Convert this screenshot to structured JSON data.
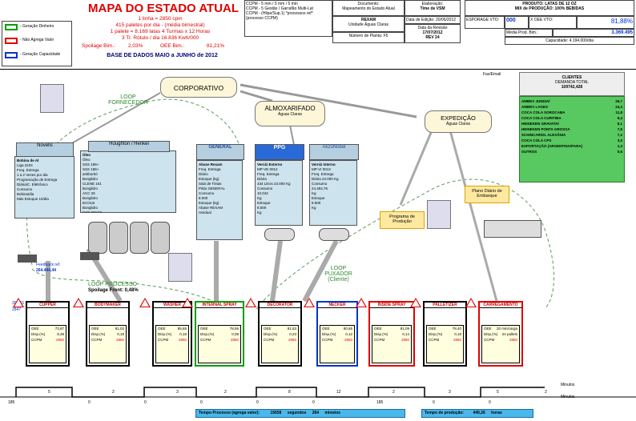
{
  "header": {
    "title": "MAPA DO ESTADO ATUAL",
    "lines": [
      "1 linha = 2850 cpm",
      "415 paletes por dia - (média bimestral)",
      "1 palete = 8.169 latas     4 Turmas x 12 Horas",
      "3 Tr. Rótulo / dia                    16.836 Kwh/000"
    ],
    "spoilage_label": "Spoilage Bim.:",
    "spoilage_value": "2,03%",
    "oee_label": "OEE Bim.:",
    "oee_value": "81,21%",
    "database": "BASE DE DADOS MAIO a JUNHO de 2012",
    "legend": [
      {
        "label": "- Geração Dinheiro",
        "color": "#00a000"
      },
      {
        "label": "- Não Agrega Valor",
        "color": "#e00000"
      },
      {
        "label": "- Geração Capacidade",
        "color": "#0033cc"
      }
    ],
    "notes": [
      "CCPM - 5 mm / 5 mm / 5 min",
      "CCPM - 5 Gestão / Garrafão Multi-Lat",
      "CCPM - (Hilpe/Sup.1) *processos ref*",
      "(processo CCPM)"
    ],
    "doc_label": "Documento:",
    "doc_value": "Mapeamento do Estado Atual",
    "elab_label": "Elaboração:",
    "elab_value": "Time de VSM",
    "date_ed_label": "Data de Edição:",
    "date_ed_value": "20/06/2012",
    "site": "REXAM",
    "unit": "Unidade Águas Claras",
    "rev_label": "Data da Revisão",
    "rev_date": "17/07/2012",
    "rev": "REV 24",
    "plant_label": "Número de Planta: F5",
    "product_label": "PRODUTO: LATAS DE 12 OZ",
    "product_sub": "MIX de PRODUÇÃO: 100% BEBIDAS",
    "expo_label": "ESPORAGE VTO:",
    "expo_value": "000",
    "xoee_label": "X OEE VTO:",
    "xoee_value": "81,88%",
    "media_label": "Média Prod. Bim.:",
    "media_value": "3.369.495",
    "cap_label": "Capacidade: 4.194.000/dia"
  },
  "map": {
    "corporativo": "CORPORATIVO",
    "almox": "ALMOXARIFADO",
    "almox_sub": "Águas Claras",
    "expedicao": "EXPEDIÇÃO",
    "expedicao_sub": "Águas Claras",
    "loop_fornecedor": "LOOP FORNECEDOR",
    "loop_processo": "LOOP PROCESSO",
    "loop_puxador": "LOOP PUXADOR (Cliente)",
    "fax": "Fax/Email",
    "programa": "Programa de Produção",
    "plano": "Plano Diário de Embarque",
    "clientes_title": "CLIENTES",
    "clientes_demand": "DEMANDA TOTAL",
    "clientes_total": "109742,428",
    "clientes": [
      [
        "AMBEV JUNDIAÍ",
        "26,7"
      ],
      [
        "AMBEV LAGES",
        "24,3"
      ],
      [
        "COCA COLA SOROCABA",
        "11,8"
      ],
      [
        "COCA COLA CURITIBA",
        "9,4"
      ],
      [
        "HEINEKEN GRAVATAÍ",
        "8,1"
      ],
      [
        "HEINEKEN PONTA GROSSA",
        "7,6"
      ],
      [
        "SCHINCARIOL ALEXÂNIA",
        "7,2"
      ],
      [
        "COCA COLA CPS",
        "3,0"
      ],
      [
        "EXPORTAÇÃO (ARGENTINA/PARA)",
        "1,3"
      ],
      [
        "OUTROS",
        "0,6"
      ]
    ],
    "vendors": [
      {
        "name": "Novelis",
        "lines": [
          "Bobina de Al",
          "Liga 3104",
          "Freq. Entrega",
          "1 a 2 Vezes por dia",
          "Programação de Entrega",
          "Diária/C. Elétrônico",
          "Consumo",
          "Bobina/dia",
          "Máx Estoque 10/dia"
        ]
      },
      {
        "name": "Houghton / Henkel",
        "lines": [
          "Óleo",
          "Óleo",
          "SSS 186+",
          "SSS 186+",
          "antiborbó",
          "Bonglidro",
          "CLENE 101",
          "Bonglidro",
          "ACC 26",
          "Bonglidro",
          "ECOLB",
          "Bonglidro",
          "CSD RINSE"
        ]
      },
      {
        "name": "GENERAL",
        "lines": [
          "Abase Rexam",
          "Freq. Entrega",
          "Diário",
          "Estoque (kg)",
          "Sala de Tintas",
          "Pátio GENERAL",
          "Consumo",
          "8.000",
          "Estoque (kg)",
          "Abase REXAM",
          "residual"
        ]
      },
      {
        "name": "PPG",
        "lines": [
          "Verniz Externo",
          "MP-VE 0012",
          "Freq. Entrega",
          "Diária",
          "434 Litros 23.000 Kg",
          "Consumo",
          "10.042",
          "Kg",
          "Estoque",
          "8.000",
          "Kg"
        ]
      },
      {
        "name": "AkzoNobel",
        "lines": [
          "Verniz Interno",
          "MP-VI 0013",
          "Freq. Entrega",
          "Diária 23.000 Kg",
          "Consumo",
          "24.484,76",
          "Kg",
          "Estoque",
          "8.500",
          "Kg"
        ]
      }
    ],
    "feedback_label": "Feedback ref.",
    "feedback_value": "264.444,44",
    "spoilage_front": "Spoilage Front: 0,48%",
    "processes": [
      {
        "name": "CUPPER",
        "color": "#000000"
      },
      {
        "name": "BODYMAKER",
        "color": "#000000"
      },
      {
        "name": "WASHER",
        "color": "#000000"
      },
      {
        "name": "INTERNAL SPRAY",
        "color": "#00a000"
      },
      {
        "name": "DECORATOR",
        "color": "#000000"
      },
      {
        "name": "NECKER",
        "color": "#0033cc"
      },
      {
        "name": "INSIDE SPRAY",
        "color": "#e00000"
      },
      {
        "name": "PALLETIZER",
        "color": "#000000"
      },
      {
        "name": "CARREGAMENTO",
        "color": "#e00000"
      }
    ],
    "proc_rows": [
      "OEE",
      "Disp.(%)",
      "CCPM"
    ],
    "proc_values": [
      [
        "73,87",
        "8,38",
        "2850"
      ],
      [
        "81,02",
        "0,18",
        "2850"
      ],
      [
        "85,65",
        "0,18",
        "2850"
      ],
      [
        "78,56",
        "0,08",
        "2850"
      ],
      [
        "81,53",
        "0,23",
        "2850"
      ],
      [
        "80,65",
        "0,12",
        "2850"
      ],
      [
        "81,09",
        "0,14",
        "2850"
      ],
      [
        "78,40",
        "0,18",
        "2850"
      ],
      [
        "20 min/carga",
        "24 pallets",
        "2850"
      ]
    ],
    "timeline_top": [
      "5",
      "2",
      "3",
      "2",
      "8",
      "12",
      "2",
      "3",
      "5",
      "2"
    ],
    "timeline_bottom": [
      "185",
      "0",
      "0",
      "0",
      "0",
      "0",
      "185",
      "0",
      "0"
    ],
    "min1": "Minutos",
    "min2": "Minutos",
    "min3": "Minutos",
    "tempo_proc_label": "Tempo Processo (agrega valor):",
    "tempo_proc_value": "15658",
    "segundos": "segundos",
    "tempo_proc_min": "264",
    "minutos": "minutos",
    "tempo_producao_label": "Tempo de produção:",
    "tempo_producao_value": "449,26",
    "horas": "horas",
    "left_val1": "300,01",
    "left_val2": "2847"
  }
}
